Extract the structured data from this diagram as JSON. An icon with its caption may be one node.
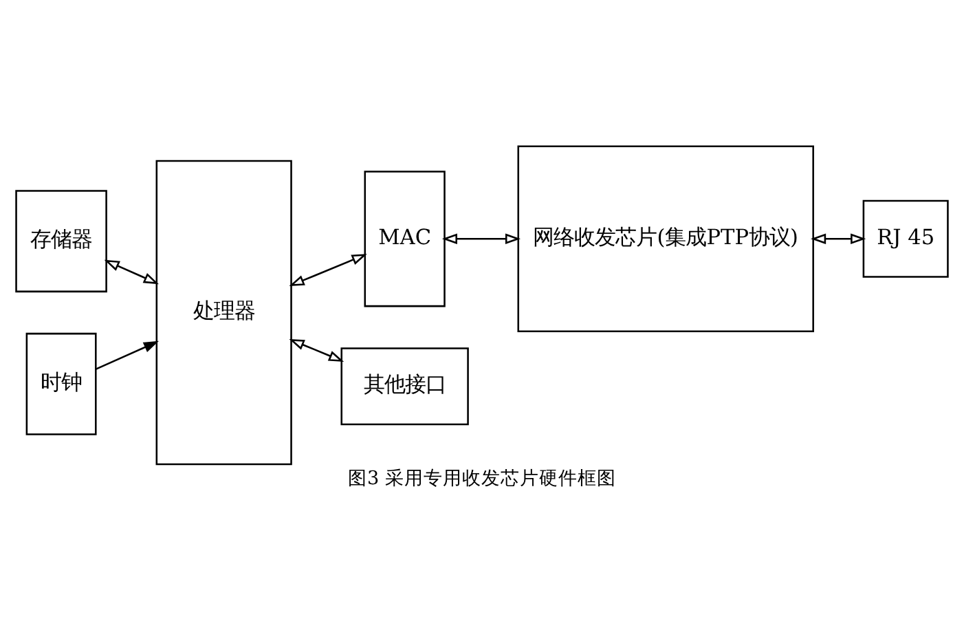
{
  "diagram": {
    "caption": "图3 采用专用收发芯片硬件框图",
    "nodes": [
      {
        "text": [
          "存储器"
        ]
      },
      {
        "text": [
          "处理器"
        ]
      },
      {
        "text": [
          "时钟"
        ]
      },
      {
        "text": [
          "MAC"
        ]
      },
      {
        "text": [
          "网络收发芯片(集成PTP协议)"
        ]
      },
      {
        "text": [
          "RJ 45"
        ]
      },
      {
        "text": [
          "其他接口"
        ]
      }
    ],
    "edges": [
      {
        "from": 0,
        "to": 1,
        "arrow": "both"
      },
      {
        "from": 2,
        "to": 1,
        "arrow": "to"
      },
      {
        "from": 1,
        "to": 3,
        "arrow": "both"
      },
      {
        "from": 3,
        "to": 4,
        "arrow": "both"
      },
      {
        "from": 4,
        "to": 5,
        "arrow": "both"
      },
      {
        "from": 1,
        "to": 6,
        "arrow": "both"
      }
    ]
  }
}
